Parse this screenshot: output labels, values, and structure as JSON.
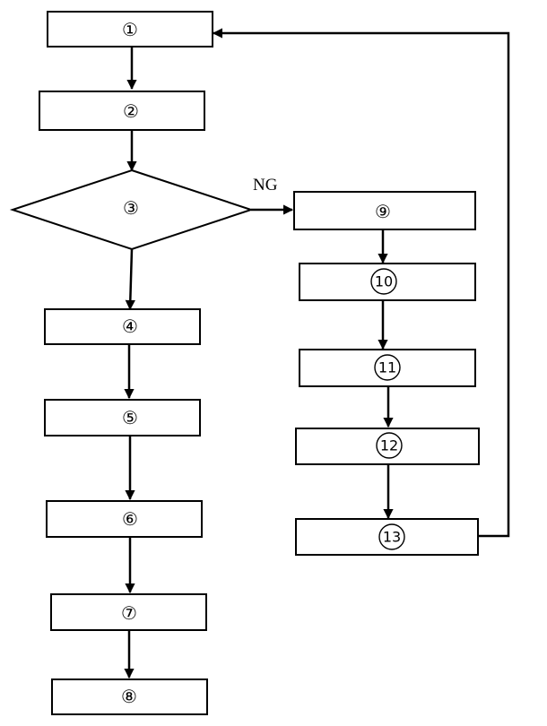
{
  "nodes": [
    {
      "id": "1",
      "label": "①"
    },
    {
      "id": "2",
      "label": "②"
    },
    {
      "id": "3",
      "label": "③"
    },
    {
      "id": "4",
      "label": "④"
    },
    {
      "id": "5",
      "label": "⑤"
    },
    {
      "id": "6",
      "label": "⑥"
    },
    {
      "id": "7",
      "label": "⑦"
    },
    {
      "id": "8",
      "label": "⑧"
    },
    {
      "id": "9",
      "label": "⑨"
    },
    {
      "id": "10",
      "label": "10"
    },
    {
      "id": "11",
      "label": "11"
    },
    {
      "id": "12",
      "label": "12"
    },
    {
      "id": "13",
      "label": "13"
    }
  ],
  "edges": [
    {
      "from": "1",
      "to": "2"
    },
    {
      "from": "2",
      "to": "3"
    },
    {
      "from": "3",
      "to": "4"
    },
    {
      "from": "3",
      "to": "9",
      "label": "NG"
    },
    {
      "from": "4",
      "to": "5"
    },
    {
      "from": "5",
      "to": "6"
    },
    {
      "from": "6",
      "to": "7"
    },
    {
      "from": "7",
      "to": "8"
    },
    {
      "from": "9",
      "to": "10"
    },
    {
      "from": "10",
      "to": "11"
    },
    {
      "from": "11",
      "to": "12"
    },
    {
      "from": "12",
      "to": "13"
    },
    {
      "from": "13",
      "to": "1"
    }
  ]
}
